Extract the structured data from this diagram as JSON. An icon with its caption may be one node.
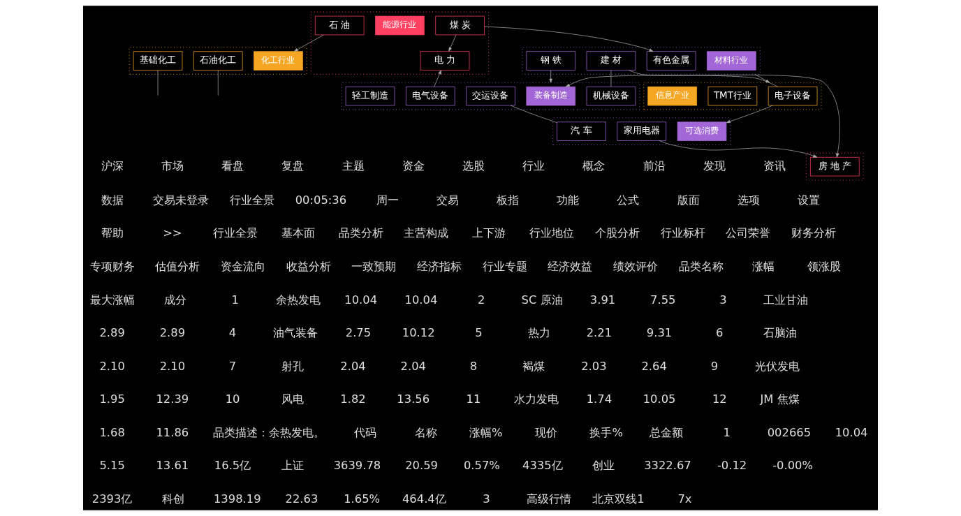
{
  "diagram": {
    "nodes": [
      {
        "text": [],
        "shape": "box"
      },
      {
        "text": [
          "石 油"
        ],
        "in": 0
      },
      {
        "text": [
          "能源行业"
        ],
        "in": 0
      },
      {
        "text": [
          "煤 炭"
        ],
        "in": 0
      },
      {
        "text": [
          "电 力"
        ],
        "in": 0
      },
      {
        "text": [],
        "shape": "box"
      },
      {
        "text": [
          "材料行业"
        ],
        "in": 5
      },
      {
        "text": [
          "有色金属"
        ],
        "in": 5
      },
      {
        "text": [
          "建 材"
        ],
        "in": 5
      },
      {
        "text": [
          "钢 铁"
        ],
        "in": 5
      },
      {
        "text": [],
        "shape": "box"
      },
      {
        "text": [
          "化工行业"
        ],
        "in": 10
      },
      {
        "text": [
          "基础化工"
        ],
        "in": 10
      },
      {
        "text": [
          "石油化工"
        ],
        "in": 10
      },
      {
        "text": [],
        "shape": "box"
      },
      {
        "text": [
          "装备制造"
        ],
        "in": 14
      },
      {
        "text": [
          "机械设备"
        ],
        "in": 14
      },
      {
        "text": [
          "交运设备"
        ],
        "in": 14
      },
      {
        "text": [
          "电气设备"
        ],
        "in": 14
      },
      {
        "text": [
          "轻工制造"
        ],
        "in": 14
      },
      {
        "text": [],
        "shape": "box"
      },
      {
        "text": [
          "电子设备"
        ],
        "in": 20
      },
      {
        "text": [
          "TMT行业"
        ],
        "in": 20
      },
      {
        "text": [
          "信息产业"
        ],
        "in": 20
      },
      {
        "text": [],
        "shape": "box"
      },
      {
        "text": [
          "房 地 产"
        ],
        "in": 24
      },
      {
        "text": [],
        "shape": "box"
      },
      {
        "text": [
          "可选消费"
        ],
        "in": 26
      },
      {
        "text": [
          "家用电器"
        ],
        "in": 26
      },
      {
        "text": [
          "汽 车"
        ],
        "in": 26
      }
    ],
    "edges": [
      {
        "from": 1,
        "to": 11,
        "arrow": "to"
      },
      {
        "from": 3,
        "to": 7,
        "arrow": "to"
      },
      {
        "from": 3,
        "to": 4,
        "arrow": "to"
      },
      {
        "from": 12,
        "to": null,
        "arrow": "none"
      },
      {
        "from": 13,
        "to": null,
        "arrow": "none"
      },
      {
        "from": 8,
        "to": 16,
        "arrow": "none"
      },
      {
        "from": 8,
        "to": 25,
        "arrow": "to"
      },
      {
        "from": 18,
        "to": 4,
        "arrow": "to"
      },
      {
        "from": 9,
        "to": 14,
        "arrow": "to"
      },
      {
        "from": 5,
        "to": 20,
        "arrow": "to"
      },
      {
        "from": 21,
        "to": 15,
        "arrow": "to"
      },
      {
        "from": 21,
        "to": 27,
        "arrow": "to"
      },
      {
        "from": 17,
        "to": 29,
        "arrow": "none"
      },
      {
        "from": 28,
        "to": 25,
        "arrow": "to"
      }
    ],
    "labels": [
      "沪深",
      "市场",
      "看盘",
      "复盘",
      "主题",
      "资金",
      "选股",
      "行业",
      "概念",
      "前沿",
      "发现",
      "资讯",
      "数据",
      "交易未登录",
      "行业全景",
      "00:05:36",
      "周一",
      "交易",
      "板指",
      "功能",
      "公式",
      "版面",
      "选项",
      "设置",
      "帮助",
      ">>",
      "行业全景",
      "基本面",
      "品类分析",
      "主营构成",
      "上下游",
      "行业地位",
      "个股分析",
      "行业标杆",
      "公司荣誉",
      "财务分析",
      "专项财务",
      "估值分析",
      "资金流向",
      "收益分析",
      "一致预期",
      "经济指标",
      "行业专题",
      "经济效益",
      "绩效评价",
      "品类名称",
      "涨幅",
      "领涨股",
      "最大涨幅",
      "成分",
      "1",
      "余热发电",
      "10.04",
      "10.04",
      "2",
      "SC 原油",
      "3.91",
      "7.55",
      "3",
      "工业甘油",
      "2.89",
      "2.89",
      "4",
      "油气装备",
      "2.75",
      "10.12",
      "5",
      "热力",
      "2.21",
      "9.31",
      "6",
      "石脑油",
      "2.10",
      "2.10",
      "7",
      "射孔",
      "2.04",
      "2.04",
      "8",
      "褐煤",
      "2.03",
      "2.64",
      "9",
      "光伏发电",
      "1.95",
      "12.39",
      "10",
      "风电",
      "1.82",
      "13.56",
      "11",
      "水力发电",
      "1.74",
      "10.05",
      "12",
      "JM 焦煤",
      "1.68",
      "11.86",
      "品类描述：余热发电。",
      "代码",
      "名称",
      "涨幅%",
      "现价",
      "换手%",
      "总金额",
      "1",
      "002665",
      "10.04",
      "5.15",
      "13.61",
      "16.5亿",
      "上证",
      "3639.78",
      "20.59",
      "0.57%",
      "4335亿",
      "创业",
      "3322.67",
      "-0.12",
      "-0.00%",
      "2393亿",
      "科创",
      "1398.19",
      "22.63",
      "1.65%",
      "464.4亿",
      "3",
      "高级行情",
      "北京双线1",
      "7x"
    ]
  }
}
